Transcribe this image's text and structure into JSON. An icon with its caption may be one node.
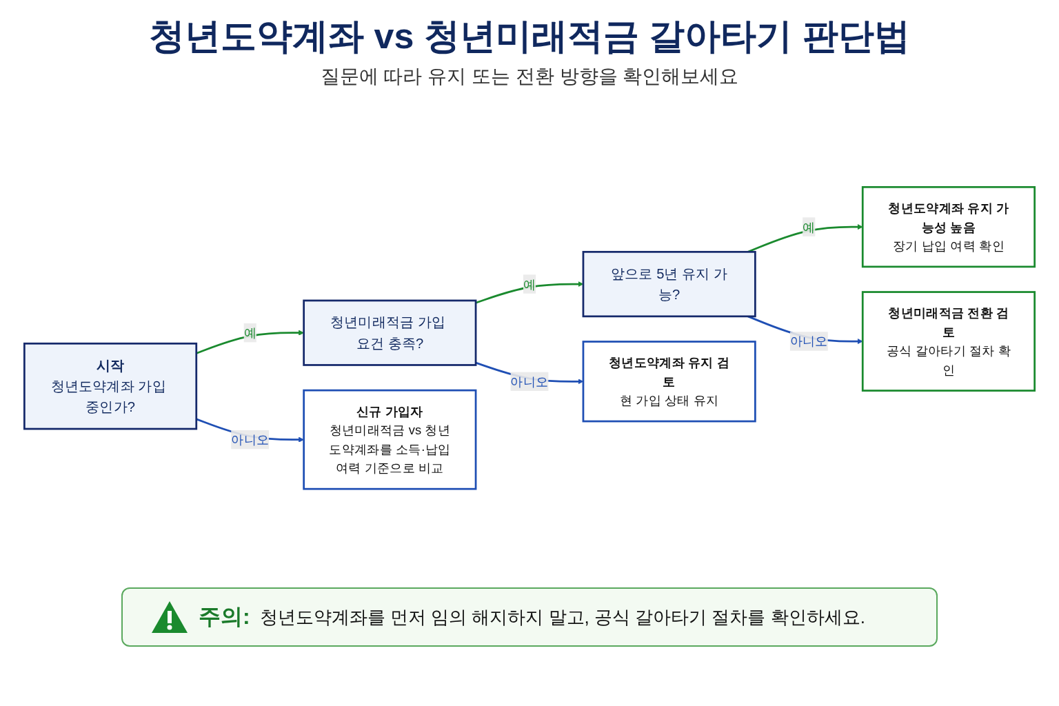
{
  "diagram": {
    "title": "청년도약계좌 vs 청년미래적금 갈아타기 판단법",
    "nodes": [
      {
        "text": [
          "시작",
          "청년도약계좌 가입 중인가?"
        ]
      },
      {
        "text": [
          "청년미래적금 가입 요건 충족?"
        ]
      },
      {
        "text": [
          "앞으로 5년 유지 가능?"
        ]
      },
      {
        "text": [
          "신규 가입자",
          "청년미래적금 vs 청년도약계좌를 소득·납입여력 기준으로 비교"
        ]
      },
      {
        "text": [
          "청년도약계좌 유지 검토",
          "현 가입 상태 유지"
        ]
      },
      {
        "text": [
          "청년도약계좌 유지 가능성 높음",
          "장기 납입 여력 확인"
        ]
      },
      {
        "text": [
          "청년미래적금 전환 검토",
          "공식 갈아타기 절차 확인"
        ]
      }
    ],
    "edges": [
      {
        "from": 0,
        "to": 3,
        "arrow": "to",
        "label": "아니오"
      },
      {
        "from": 0,
        "to": 1,
        "arrow": "to",
        "label": "예",
        "color": "#1a8a2e"
      },
      {
        "from": 1,
        "to": 4,
        "arrow": "to",
        "label": "아니오"
      },
      {
        "from": 1,
        "to": 2,
        "arrow": "to",
        "label": "예",
        "color": "#1a8a2e"
      },
      {
        "from": 2,
        "to": 5,
        "arrow": "to",
        "label": "예",
        "color": "#1a8a2e"
      },
      {
        "from": 2,
        "to": 6,
        "arrow": "to",
        "label": "아니오"
      }
    ],
    "labels": [
      "질문에 따라 유지 또는 전환 방향을 확인해보세요",
      "주의:",
      "청년도약계좌를 먼저 임의 해지하지 말고, 공식 갈아타기 절차를 확인하세요."
    ]
  }
}
